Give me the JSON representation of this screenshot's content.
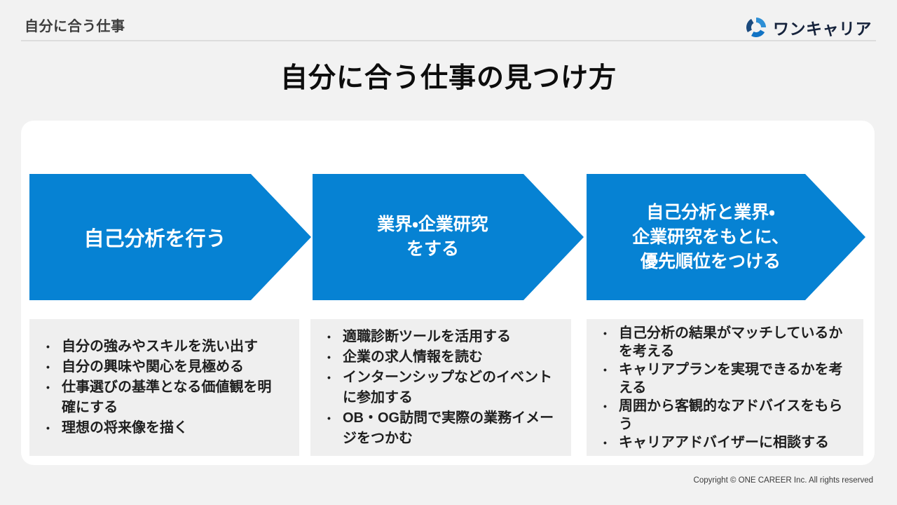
{
  "header": {
    "title": "自分に合う仕事",
    "logo": {
      "icon": "onecareer-swirl-icon",
      "brand": "ワンキャリア"
    }
  },
  "title": "自分に合う仕事の見つけ方",
  "steps": [
    {
      "arrow_lines": [
        "自己分析を行う"
      ],
      "bullets": [
        "自分の強みやスキルを洗い出す",
        "自分の興味や関心を見極める",
        "仕事選びの基準となる価値観を明確にする",
        "理想の将来像を描く"
      ]
    },
    {
      "arrow_lines": [
        "業界・企業研究",
        "をする"
      ],
      "bullets": [
        "適職診断ツールを活用する",
        "企業の求人情報を読む",
        "インターンシップなどのイベントに参加する",
        "OB・OG訪問で実際の業務イメージをつかむ"
      ]
    },
    {
      "arrow_lines": [
        "自己分析と業界・",
        "企業研究をもとに、",
        "優先順位をつける"
      ],
      "bullets": [
        "自己分析の結果がマッチしているかを考える",
        "キャリアプランを実現できるかを考える",
        "周囲から客観的なアドバイスをもらう",
        "キャリアアドバイザーに相談する"
      ]
    }
  ],
  "footer": {
    "copyright": "Copyright © ONE CAREER Inc. All rights reserved"
  },
  "colors": {
    "arrow_blue": "#0682d3",
    "page_bg": "#f2f2f2",
    "card_bg": "#ffffff",
    "box_bg": "#efefef",
    "brand_navy": "#16233c"
  }
}
